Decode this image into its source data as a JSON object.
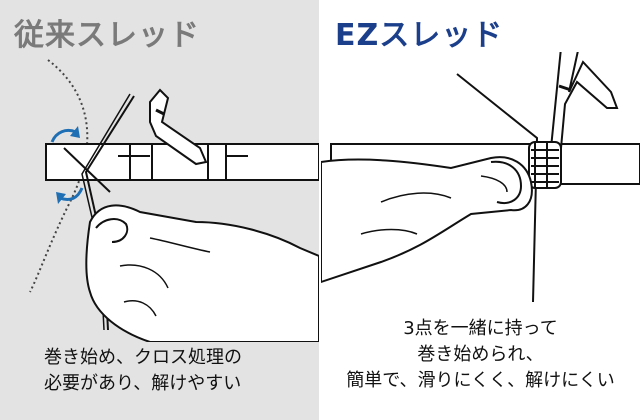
{
  "panels": {
    "conventional": {
      "title": "従来スレッド",
      "caption_line1": "巻き始め、クロス処理の",
      "caption_line2": "必要があり、解けやすい"
    },
    "ez": {
      "title": "EZスレッド",
      "caption_line1": "3点を一緒に持って",
      "caption_line2": "巻き始められ、",
      "caption_line3": "簡単で、滑りにくく、解けにくい"
    }
  },
  "colors": {
    "left_background": "#e3e3e3",
    "left_title": "#7a7a7a",
    "right_title": "#1c3f8c",
    "arrow_accent": "#1f6fb5"
  }
}
